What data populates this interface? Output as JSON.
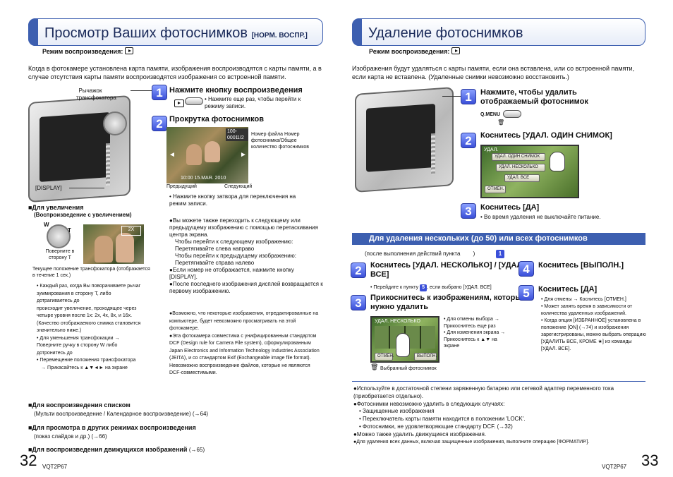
{
  "left": {
    "title": "Просмотр Ваших фотоснимков",
    "title_tag": "[НОРМ. ВОСПР.]",
    "mode_label": "Режим воспроизведения:",
    "intro": "Когда в фотокамере установлена карта памяти, изображения воспроизводятся с карты памяти, а в случае отсутствия карты памяти воспроизводятся изображения со встроенной памяти.",
    "zoom_lever_label": "Рычажок трансфокатора",
    "display_label": "[DISPLAY]",
    "step1_title": "Нажмите кнопку воспроизведения",
    "step1_note": "• Нажмите еще раз, чтобы перейти к режиму записи.",
    "step2_title": "Прокрутка фотоснимков",
    "file_number_label": "Номер файла Номер фотоснимка/Общее количество фотоснимков",
    "file_number_value": "100-0001",
    "photo_date": "10:00 15.MAR. 2010",
    "photo_count": "1/2",
    "prev_label": "Предыдущий",
    "next_label": "Следующий",
    "shutter_note": "• Нажмите кнопку затвора для переключения на режим записи.",
    "scroll_notes": [
      "●Вы можете также переходить к следующему или предыдущему изображению с помощью перетаскивания центра экрана.",
      "Чтобы перейти к следующему изображению: Перетягивайте слева направо",
      "Чтобы перейти к предыдущему изображению: Перетягивайте справа налево",
      "●Если номер не отображается, нажмите кнопку [DISPLAY].",
      "●После последнего изображения дисплей возвращается к первому изображению."
    ],
    "compat_notes": [
      "●Возможно, что некоторые изображения, отредактированные на компьютере, будет невозможно просматривать на этой фотокамере.",
      "●Эта фотокамера совместима с унифицированным стандартом DCF (Design rule for Camera File system), сформулированным Japan Electronics and Information Technology Industries Association (JEITA), и со стандартом Exif (Exchangeable image file format). Невозможно воспроизведение файлов, которые не являются DCF-совместимыми."
    ],
    "zoom_heading": "■Для увеличения",
    "zoom_sub": "(Воспроизведение с увеличением)",
    "turn_label": "Поверните в сторону T",
    "zoom_mark_t": "T",
    "zoom_mark_w": "W",
    "zoom_mark_x": "2X",
    "current_position_label": "Текущее положение трансфокатора (отображается в течение 1 сек.)",
    "zoom_notes": [
      "• Каждый раз, когда Вы поворачиваете рычаг зуммирования в сторону T, либо дотрагиваетесь до",
      "происходит увеличение, проходящее через четыре уровня после 1x: 2x, 4x, 8x, и 16x. (Качество отображаемого снимка становится значительно ниже.)",
      "• Для уменьшения трансфокации → Поверните ручку в сторону W либо дотронитесь до",
      "• Перемещение положения трансфокатора",
      "→ Прикасайтесь к ▲▼◄► на экране"
    ],
    "list_heading": "■Для воспроизведения списком",
    "list_text": "(Мульти воспроизведение / Календарное воспроизведение) (→64)",
    "other_heading": "■Для просмотра в других режимах воспроизведения",
    "other_text": "(показ слайдов и др.) (→66)",
    "movie_heading": "■Для воспроизведения движущихся изображений",
    "movie_ref": "(→65)",
    "page_number": "32",
    "model": "VQT2P67"
  },
  "right": {
    "title": "Удаление фотоснимков",
    "mode_label": "Режим воспроизведения:",
    "intro": "Изображения будут удаляться с карты памяти, если она вставлена, или со встроенной памяти, если карта не вставлена. (Удаленные снимки невозможно восстановить.)",
    "step1_title": "Нажмите, чтобы удалить отображаемый фотоснимок",
    "qmenu_label": "Q.MENU",
    "trash_glyph": "🗑",
    "step2_title": "Коснитесь [УДАЛ. ОДИН СНИМОК]",
    "screen_header": "УДАЛ.",
    "menu_items": [
      "УДАЛ. ОДИН СНИМОК",
      "УДАЛ. НЕСКОЛЬКО",
      "УДАЛ. ВСЕ",
      "ОТМЕН."
    ],
    "step3_title": "Коснитесь [ДА]",
    "step3_note": "• Во время удаления не выключайте питание.",
    "multi_bar": "Для удаления нескольких (до 50) или всех фотоснимков",
    "after_step": "(после выполнения действий пункта",
    "after_step_ref": "1",
    "ms2_title": "Коснитесь [УДАЛ. НЕСКОЛЬКО] / [УДАЛ. ВСЕ]",
    "ms2_note": "• Перейдите к пункту",
    "ms2_note_ref": "5",
    "ms2_note_end": ", если выбрано [УДАЛ. ВСЕ]",
    "ms3_title": "Прикоснитесь к изображениям, которые нужно удалить",
    "ms3_screen_header": "УДАЛ. НЕСКОЛЬКО",
    "ms3_screen_cancel": "ОТМЕН.",
    "ms3_screen_exec": "ВЫПОЛН.",
    "ms3_notes": [
      "• Для отмены выбора → Прикоснитесь еще раз",
      "• Для изменения экрана → Прикоснитесь к ▲▼ на экране"
    ],
    "selected_label": "Выбранный фотоснимок",
    "ms4_title": "Коснитесь [ВЫПОЛН.]",
    "ms5_title": "Коснитесь [ДА]",
    "ms5_notes": [
      "• Для отмены → Коснитесь [ОТМЕН.]",
      "• Может занять время в зависимости от количества удаленных изображений.",
      "• Когда опция [ИЗБРАННОЕ] установлена в положение [ON] (→74) и изображения зарегистрированы, можно выбрать операцию [УДАЛИТЬ ВСЕ, КРОМЕ",
      "] из команды [УДАЛ. ВСЕ]."
    ],
    "bottom_notes": [
      "●Используйте в достаточной степени заряженную батарею или сетевой адаптер переменного тока (приобретается отдельно).",
      "●Фотоснимки невозможно удалить в следующих случаях:",
      "• Защищенные изображения",
      "• Переключатель карты памяти находится в положении 'LOCK'.",
      "• Фотоснимки, не удовлетворяющие стандарту DCF. (→32)",
      "●Можно также удалить движущиеся изображения.",
      "●Для удаления всех данных, включая защищенные изображения, выполните операцию [ФОРМАТИР.]."
    ],
    "page_number": "33",
    "model": "VQT2P67"
  }
}
